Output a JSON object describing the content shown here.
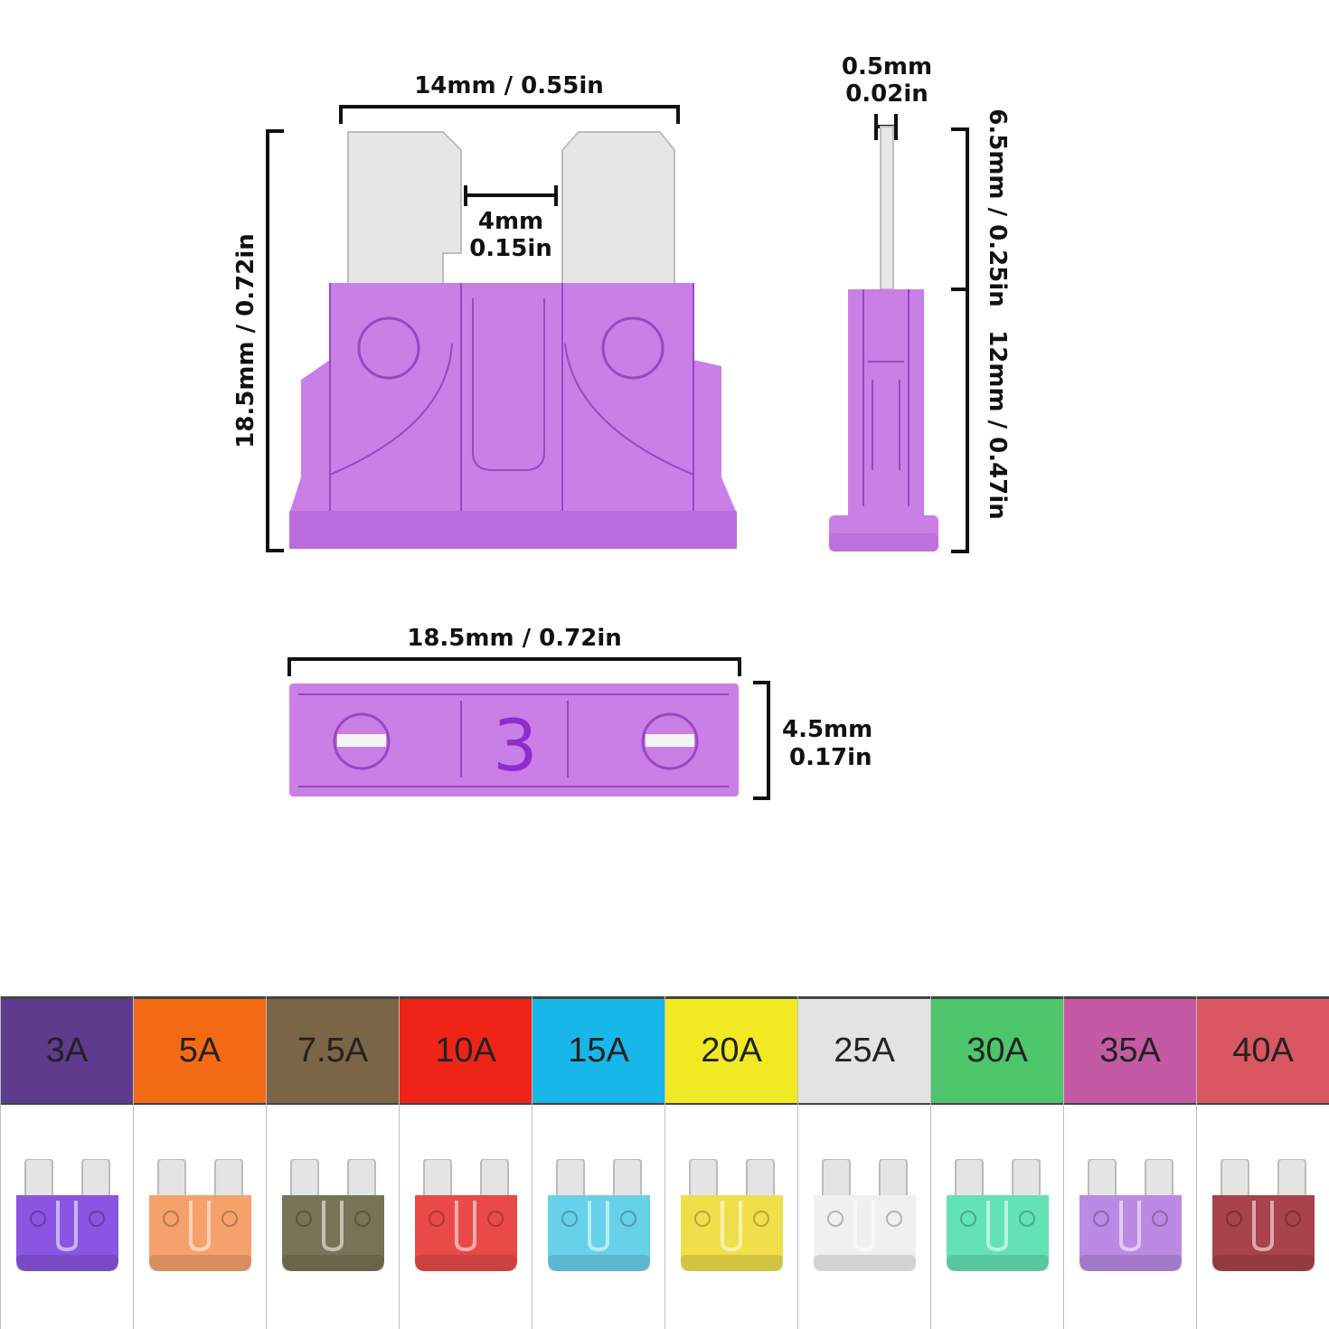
{
  "dimensions": {
    "top_width": "14mm / 0.55in",
    "gap_mm": "4mm",
    "gap_in": "0.15in",
    "height": "18.5mm / 0.72in",
    "thickness_mm": "0.5mm",
    "thickness_in": "0.02in",
    "blade_height": "6.5mm / 0.25in",
    "body_height": "12mm / 0.47in",
    "bottom_width": "18.5mm / 0.72in",
    "depth_mm": "4.5mm",
    "depth_in": "0.17in"
  },
  "top_view_rating": "3",
  "ratings": [
    {
      "label": "3A",
      "head_color": "#5e3b8c",
      "fuse_color": "#8a55e0",
      "text_color": "#222222"
    },
    {
      "label": "5A",
      "head_color": "#f26a13",
      "fuse_color": "#f6a16b",
      "text_color": "#222222"
    },
    {
      "label": "7.5A",
      "head_color": "#7b6544",
      "fuse_color": "#787356",
      "text_color": "#222222"
    },
    {
      "label": "10A",
      "head_color": "#ee2419",
      "fuse_color": "#e94a48",
      "text_color": "#222222"
    },
    {
      "label": "15A",
      "head_color": "#17b7ea",
      "fuse_color": "#67d1ea",
      "text_color": "#222222"
    },
    {
      "label": "20A",
      "head_color": "#f1ea22",
      "fuse_color": "#efdf4b",
      "text_color": "#222222"
    },
    {
      "label": "25A",
      "head_color": "#e3e3e3",
      "fuse_color": "#f0f0f0",
      "text_color": "#222222"
    },
    {
      "label": "30A",
      "head_color": "#4dc56b",
      "fuse_color": "#63e3b3",
      "text_color": "#222222"
    },
    {
      "label": "35A",
      "head_color": "#c45aa4",
      "fuse_color": "#bb8ae4",
      "text_color": "#222222"
    },
    {
      "label": "40A",
      "head_color": "#d95760",
      "fuse_color": "#a8424b",
      "text_color": "#222222"
    }
  ]
}
